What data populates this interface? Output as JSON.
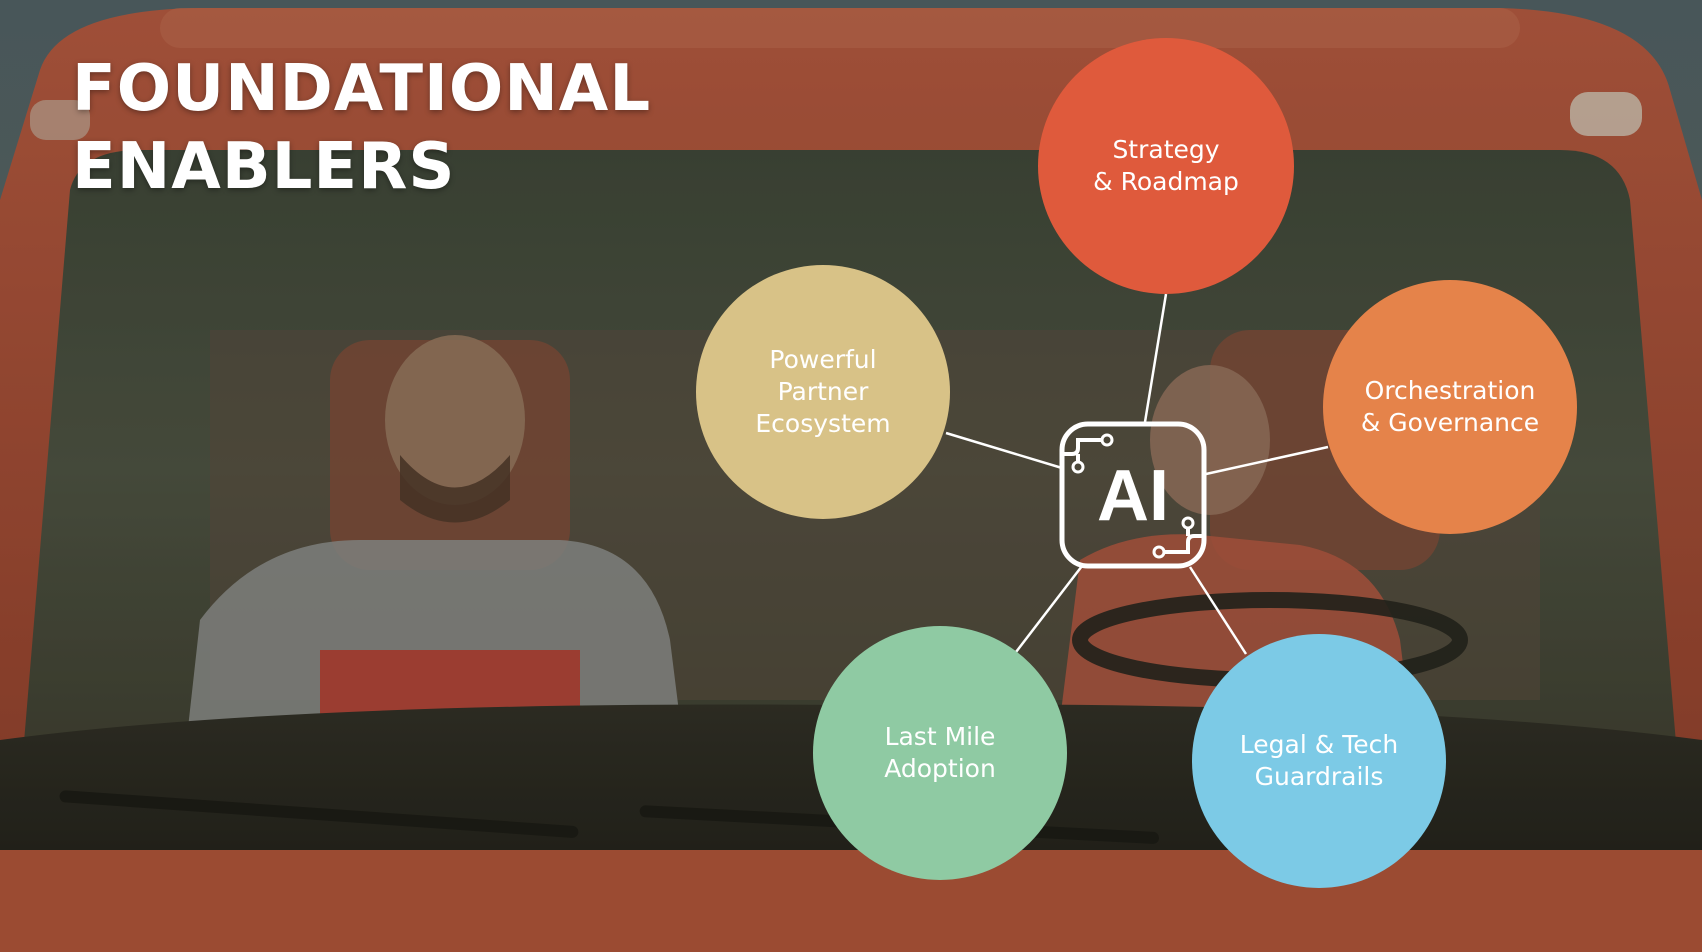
{
  "slide": {
    "title_line1": "FOUNDATIONAL",
    "title_line2": "ENABLERS"
  },
  "hub": {
    "label": "AI",
    "icon": "ai-chip-icon"
  },
  "enablers": {
    "strategy": {
      "line1": "Strategy",
      "line2": "& Roadmap",
      "color": "#df5a3c"
    },
    "orchestration": {
      "line1": "Orchestration",
      "line2": "& Governance",
      "color": "#e5834a"
    },
    "legal": {
      "line1": "Legal & Tech",
      "line2": "Guardrails",
      "color": "#7ccae6"
    },
    "lastmile": {
      "line1": "Last Mile",
      "line2": "Adoption",
      "color": "#8fcaa3"
    },
    "partner": {
      "line1": "Powerful",
      "line2": "Partner",
      "line3": "Ecosystem",
      "color": "#d8c287"
    }
  },
  "colors": {
    "title_text": "#ffffff",
    "connector": "#ffffff"
  }
}
